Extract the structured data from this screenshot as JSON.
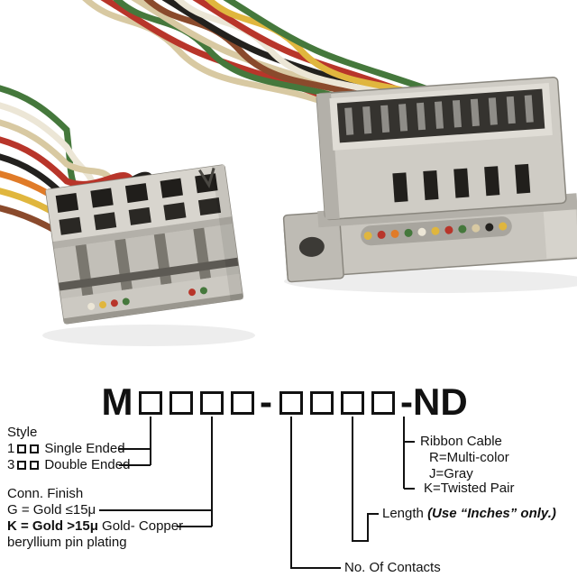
{
  "photo": {
    "connector_body_color": "#c9c6bf",
    "top_wires": [
      "#d8c9a2",
      "#b8352a",
      "#45783c",
      "#d8c9a2",
      "#8a4a2c",
      "#23211e",
      "#ece6d6",
      "#b8352a",
      "#e0b63e",
      "#45783c"
    ],
    "left_wires": [
      "#45783c",
      "#ece6d6",
      "#d8c9a2",
      "#b8352a",
      "#23211e",
      "#e07b28",
      "#e0b63e",
      "#8a4a2c"
    ],
    "left_dots": [
      "#ece6d6",
      "#e0b63e",
      "#b8352a",
      "#45783c",
      "#b8352a",
      "#45783c"
    ],
    "right_dots": [
      "#e0b63e",
      "#b8352a",
      "#e07b28",
      "#45783c",
      "#ece6d6",
      "#e0b63e",
      "#b8352a",
      "#45783c",
      "#d8c9a2",
      "#23211e",
      "#e0b63e"
    ]
  },
  "part_number": {
    "prefix": "M",
    "hyphen": "-",
    "suffix": "-ND"
  },
  "style": {
    "title": "Style",
    "options": [
      {
        "digit": "1",
        "label": "Single Ended"
      },
      {
        "digit": "3",
        "label": "Double Ended"
      }
    ]
  },
  "finish": {
    "title": "Conn. Finish",
    "line_g": "G = Gold ≤15μ",
    "line_k_bold": "K = Gold >15μ",
    "line_k_rest": " Gold- Copper",
    "line_k2": "beryllium pin plating"
  },
  "ribbon": {
    "title": "Ribbon Cable",
    "options": [
      "R=Multi-color",
      "J=Gray",
      "K=Twisted Pair"
    ]
  },
  "length": {
    "label": "Length",
    "note": "(Use “Inches” only.)"
  },
  "contacts": {
    "label": "No. Of Contacts"
  }
}
